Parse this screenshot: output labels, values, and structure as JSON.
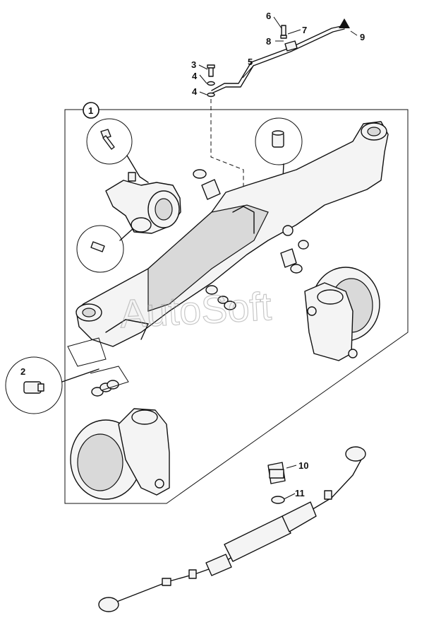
{
  "callouts": {
    "c1": "1",
    "c2": "2",
    "c3": "3",
    "c4a": "4",
    "c4b": "4",
    "c5": "5",
    "c6": "6",
    "c7": "7",
    "c8": "8",
    "c9": "9",
    "c10": "10",
    "c11": "11"
  },
  "watermark": "AutoSoft"
}
